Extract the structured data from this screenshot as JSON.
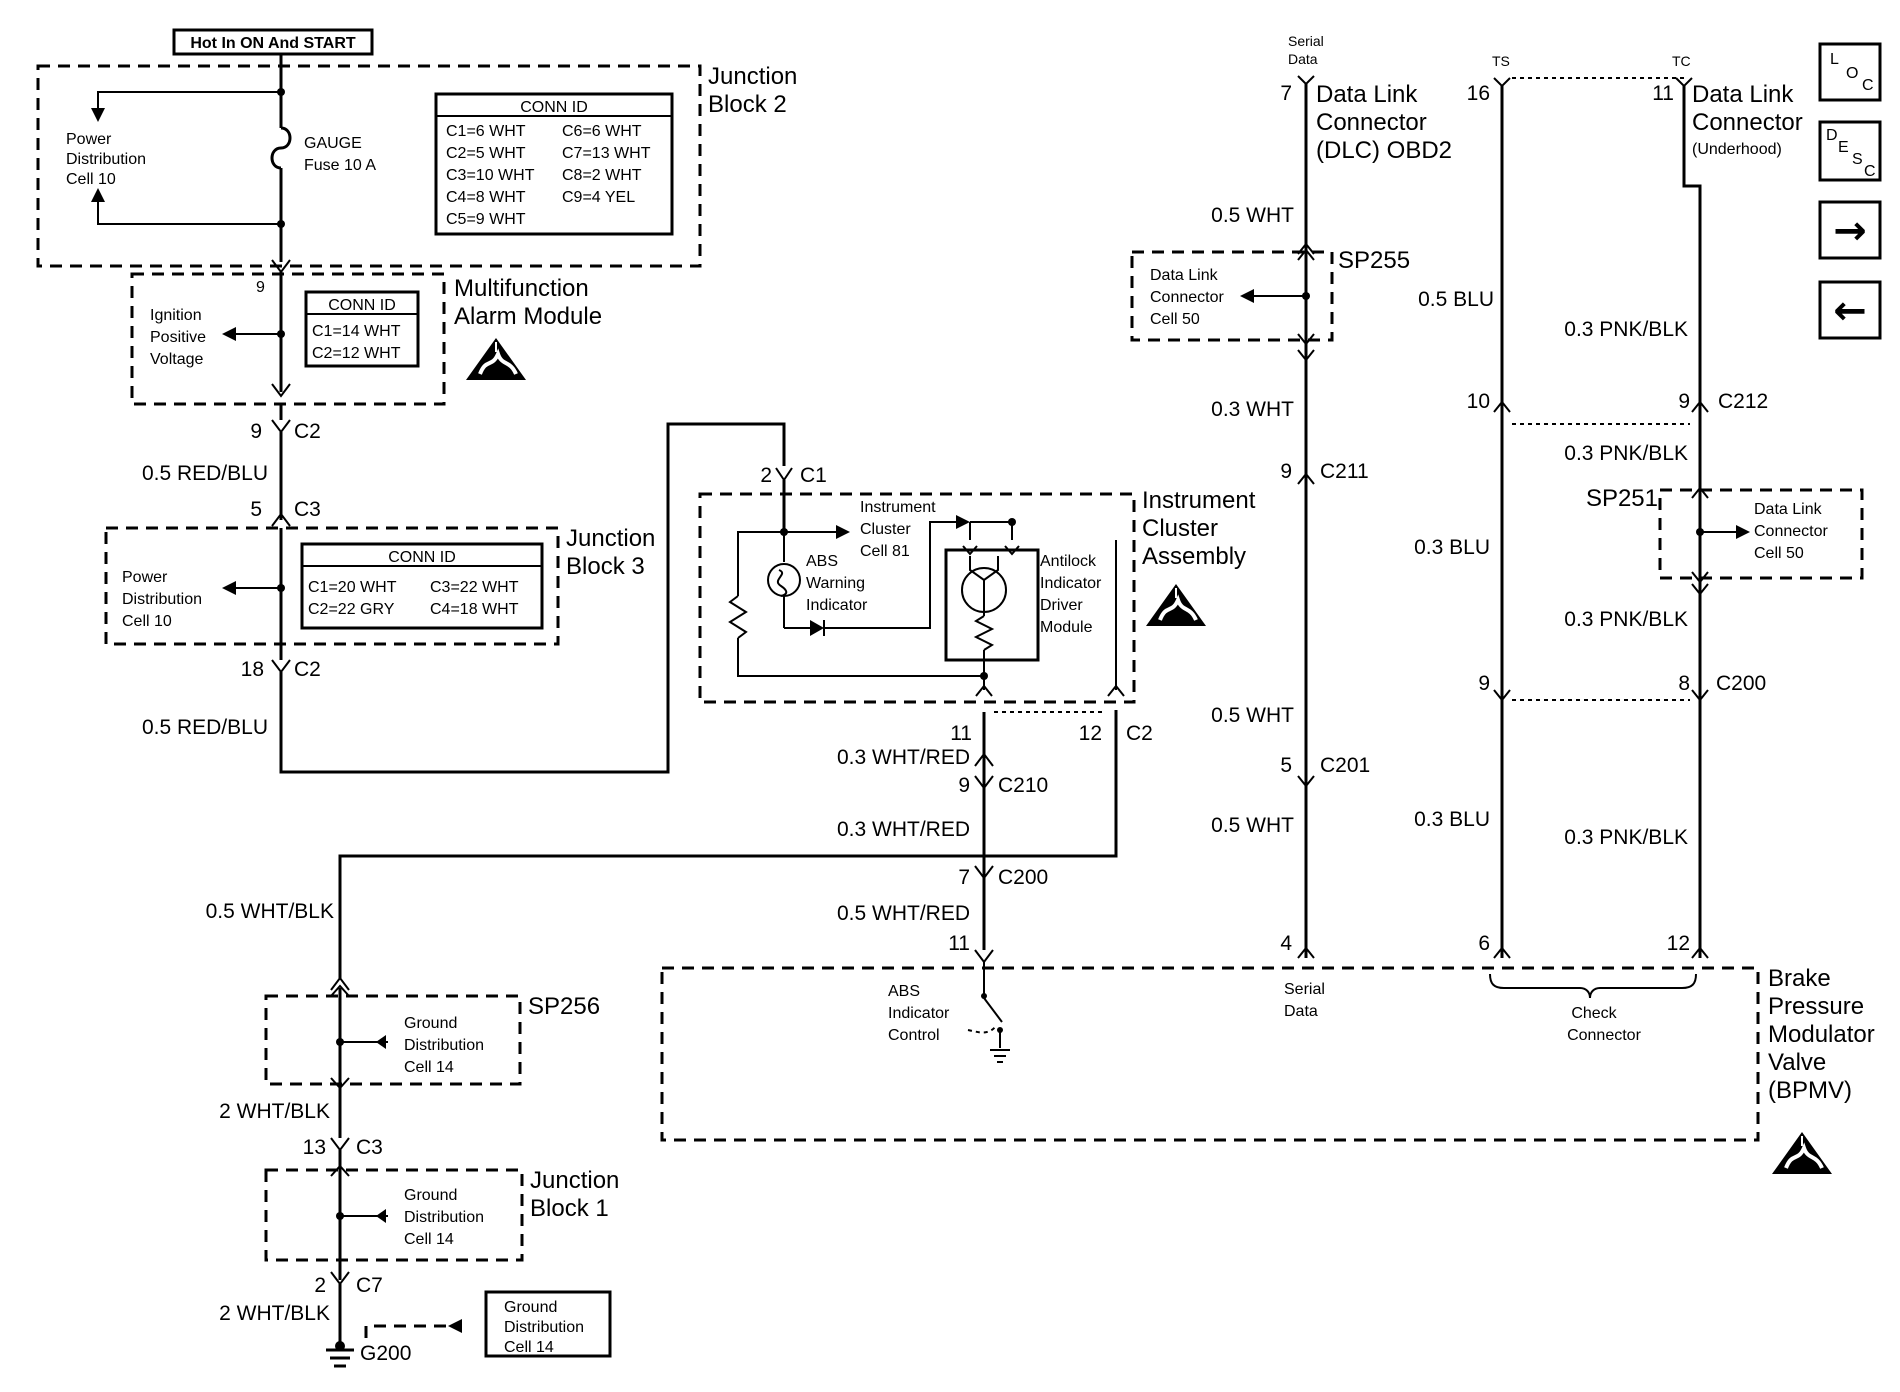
{
  "header": {
    "hot_label": "Hot In ON And START"
  },
  "junction_block_2": {
    "title_1": "Junction",
    "title_2": "Block 2",
    "power_dist": [
      "Power",
      "Distribution",
      "Cell 10"
    ],
    "fuse": [
      "GAUGE",
      "Fuse 10 A"
    ],
    "conn_id_title": "CONN ID",
    "conn_id_rows": [
      [
        "C1=6 WHT",
        "C6=6 WHT"
      ],
      [
        "C2=5 WHT",
        "C7=13 WHT"
      ],
      [
        "C3=10 WHT",
        "C8=2 WHT"
      ],
      [
        "C4=8 WHT",
        "C9=4 YEL"
      ],
      [
        "C5=9 WHT",
        ""
      ]
    ]
  },
  "multifunction_alarm": {
    "title_1": "Multifunction",
    "title_2": "Alarm Module",
    "pin": "9",
    "ignition": [
      "Ignition",
      "Positive",
      "Voltage"
    ],
    "conn_id_title": "CONN ID",
    "conn_id_rows": [
      "C1=14 WHT",
      "C2=12 WHT"
    ]
  },
  "left_circuit": {
    "c2_pin": "9",
    "c2": "C2",
    "wire_1": "0.5 RED/BLU",
    "c3_pin": "5",
    "c3": "C3",
    "c2b_pin": "18",
    "c2b": "C2",
    "wire_2": "0.5 RED/BLU"
  },
  "junction_block_3": {
    "title_1": "Junction",
    "title_2": "Block 3",
    "power_dist": [
      "Power",
      "Distribution",
      "Cell 10"
    ],
    "conn_id_title": "CONN ID",
    "conn_id_rows": [
      [
        "C1=20 WHT",
        "C3=22 WHT"
      ],
      [
        "C2=22 GRY",
        "C4=18 WHT"
      ]
    ]
  },
  "instrument_cluster": {
    "title": [
      "Instrument",
      "Cluster",
      "Assembly"
    ],
    "c1_pin": "2",
    "c1": "C1",
    "cell": [
      "Instrument",
      "Cluster",
      "Cell 81"
    ],
    "abs_warning": [
      "ABS",
      "Warning",
      "Indicator"
    ],
    "driver_module": [
      "Antilock",
      "Indicator",
      "Driver",
      "Module"
    ],
    "pin_11": "11",
    "pin_12": "12",
    "c2": "C2"
  },
  "abs_circuit": {
    "wire_1": "0.3 WHT/RED",
    "c210_pin": "9",
    "c210": "C210",
    "wire_2": "0.3 WHT/RED",
    "c200_pin": "7",
    "c200": "C200",
    "wire_3": "0.5 WHT/RED",
    "pin_11": "11",
    "wire_blk": "0.5 WHT/BLK"
  },
  "sp256": {
    "label": "SP256",
    "ground_dist": [
      "Ground",
      "Distribution",
      "Cell 14"
    ],
    "wire": "2 WHT/BLK",
    "c3_pin": "13",
    "c3": "C3"
  },
  "junction_block_1": {
    "title_1": "Junction",
    "title_2": "Block 1",
    "ground_dist": [
      "Ground",
      "Distribution",
      "Cell 14"
    ],
    "c7_pin": "2",
    "c7": "C7",
    "wire": "2 WHT/BLK",
    "ground_box": [
      "Ground",
      "Distribution",
      "Cell 14"
    ],
    "ground": "G200"
  },
  "dlc_obd2": {
    "serial_data": [
      "Serial",
      "Data"
    ],
    "pin": "7",
    "title": [
      "Data Link",
      "Connector",
      "(DLC) OBD2"
    ],
    "wire_1": "0.5 WHT",
    "sp255": "SP255",
    "dlc_cell": [
      "Data Link",
      "Connector",
      "Cell 50"
    ],
    "wire_2": "0.3 WHT",
    "c211_pin": "9",
    "c211": "C211",
    "wire_3": "0.5 WHT",
    "c201_pin": "5",
    "c201": "C201",
    "wire_4": "0.5 WHT",
    "pin_4": "4"
  },
  "dlc_underhood": {
    "ts": "TS",
    "tc": "TC",
    "ts_pin": "16",
    "tc_pin": "11",
    "title": [
      "Data Link",
      "Connector"
    ],
    "subtitle": "(Underhood)",
    "wire_blu_1": "0.5 BLU",
    "wire_pnk_1": "0.3 PNK/BLK",
    "c212_ts_pin": "10",
    "c212_tc_pin": "9",
    "c212": "C212",
    "wire_pnk_2": "0.3 PNK/BLK",
    "sp251": "SP251",
    "dlc_cell": [
      "Data Link",
      "Connector",
      "Cell 50"
    ],
    "wire_blu_2": "0.3 BLU",
    "wire_pnk_3": "0.3 PNK/BLK",
    "c200_ts_pin": "9",
    "c200_tc_pin": "8",
    "c200": "C200",
    "wire_blu_3": "0.3 BLU",
    "wire_pnk_4": "0.3 PNK/BLK",
    "pin_6": "6",
    "pin_12": "12"
  },
  "bpmv": {
    "title": [
      "Brake",
      "Pressure",
      "Modulator",
      "Valve",
      "(BPMV)"
    ],
    "abs_control": [
      "ABS",
      "Indicator",
      "Control"
    ],
    "serial_data": [
      "Serial",
      "Data"
    ],
    "check_connector": [
      "Check",
      "Connector"
    ]
  },
  "nav": {
    "loc": [
      "L",
      "O",
      "C"
    ],
    "desc": [
      "D",
      "E",
      "S",
      "C"
    ],
    "forward": "→",
    "back": "←"
  }
}
